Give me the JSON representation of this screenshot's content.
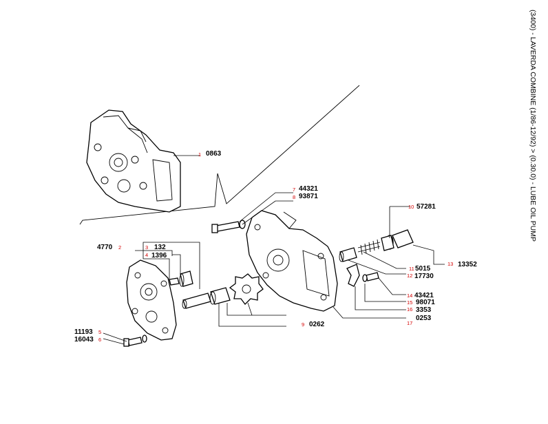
{
  "title": "(3400) - LAVERDA COMBINE (1/86-12/92) > (0.30.0) - LUBE OIL PUMP",
  "parts": [
    {
      "ref": "1",
      "number": "0863"
    },
    {
      "ref": "2",
      "number": "4770"
    },
    {
      "ref": "3",
      "number": "132"
    },
    {
      "ref": "4",
      "number": "1396"
    },
    {
      "ref": "5",
      "number": "11193"
    },
    {
      "ref": "6",
      "number": "16043"
    },
    {
      "ref": "7",
      "number": "44321"
    },
    {
      "ref": "8",
      "number": "93871"
    },
    {
      "ref": "9",
      "number": "0262"
    },
    {
      "ref": "10",
      "number": "57281"
    },
    {
      "ref": "11",
      "number": "5015"
    },
    {
      "ref": "12",
      "number": "17730"
    },
    {
      "ref": "13",
      "number": "13352"
    },
    {
      "ref": "14",
      "number": "43421"
    },
    {
      "ref": "15",
      "number": "98071"
    },
    {
      "ref": "16",
      "number": "3353"
    },
    {
      "ref": "17",
      "number": "0253"
    }
  ]
}
